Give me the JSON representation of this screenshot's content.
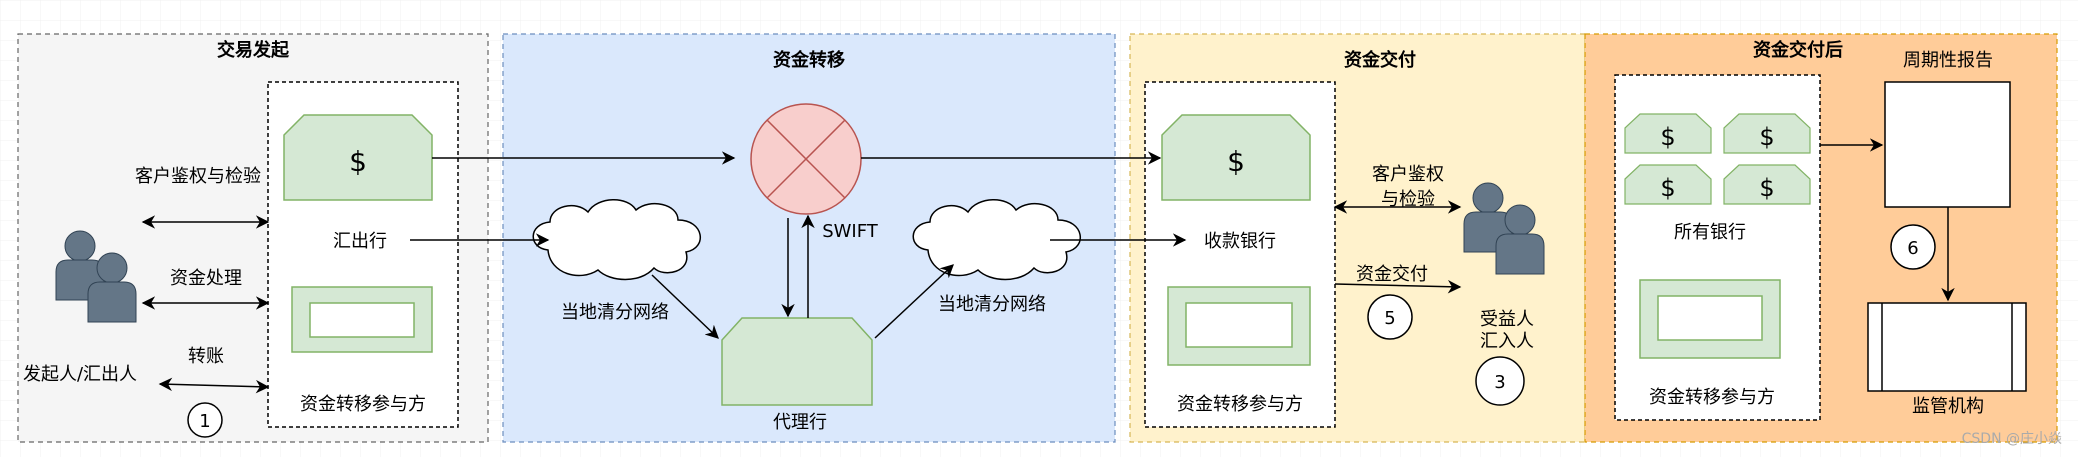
{
  "sections": {
    "initiation": "交易发起",
    "transfer": "资金转移",
    "delivery": "资金交付",
    "post": "资金交付后"
  },
  "labels": {
    "originator": "发起人/汇出人",
    "auth_left": "客户鉴权与检验",
    "processing": "资金处理",
    "transfer_op": "转账",
    "remitting_bank": "汇出行",
    "participant_left": "资金转移参与方",
    "clearing_left": "当地清分网络",
    "clearing_right": "当地清分网络",
    "swift": "SWIFT",
    "correspondent": "代理行",
    "receiving_bank": "收款银行",
    "participant_mid": "资金转移参与方",
    "auth_right_1": "客户鉴权",
    "auth_right_2": "与检验",
    "delivery_op": "资金交付",
    "beneficiary_1": "受益人",
    "beneficiary_2": "汇入人",
    "all_banks": "所有银行",
    "participant_right": "资金转移参与方",
    "periodic_report": "周期性报告",
    "regulator": "监管机构",
    "watermark": "CSDN @庄小焱"
  },
  "step_numbers": {
    "s1": "1",
    "s3": "3",
    "s5": "5",
    "s6": "6"
  },
  "symbols": {
    "dollar": "$"
  },
  "icons": [
    "person-pair-icon",
    "money-bill-icon",
    "cloud-icon",
    "swift-hub-icon",
    "report-icon",
    "regulator-icon"
  ],
  "colors": {
    "section_gray": "#f5f5f5",
    "section_blue": "#dae8fc",
    "section_yellow": "#fff2cc",
    "section_orange": "#ffcc99",
    "bill_fill": "#d5e8d4",
    "bill_stroke": "#82b366",
    "swift_fill": "#f8cecc",
    "swift_stroke": "#b85450",
    "person": "#647687"
  }
}
